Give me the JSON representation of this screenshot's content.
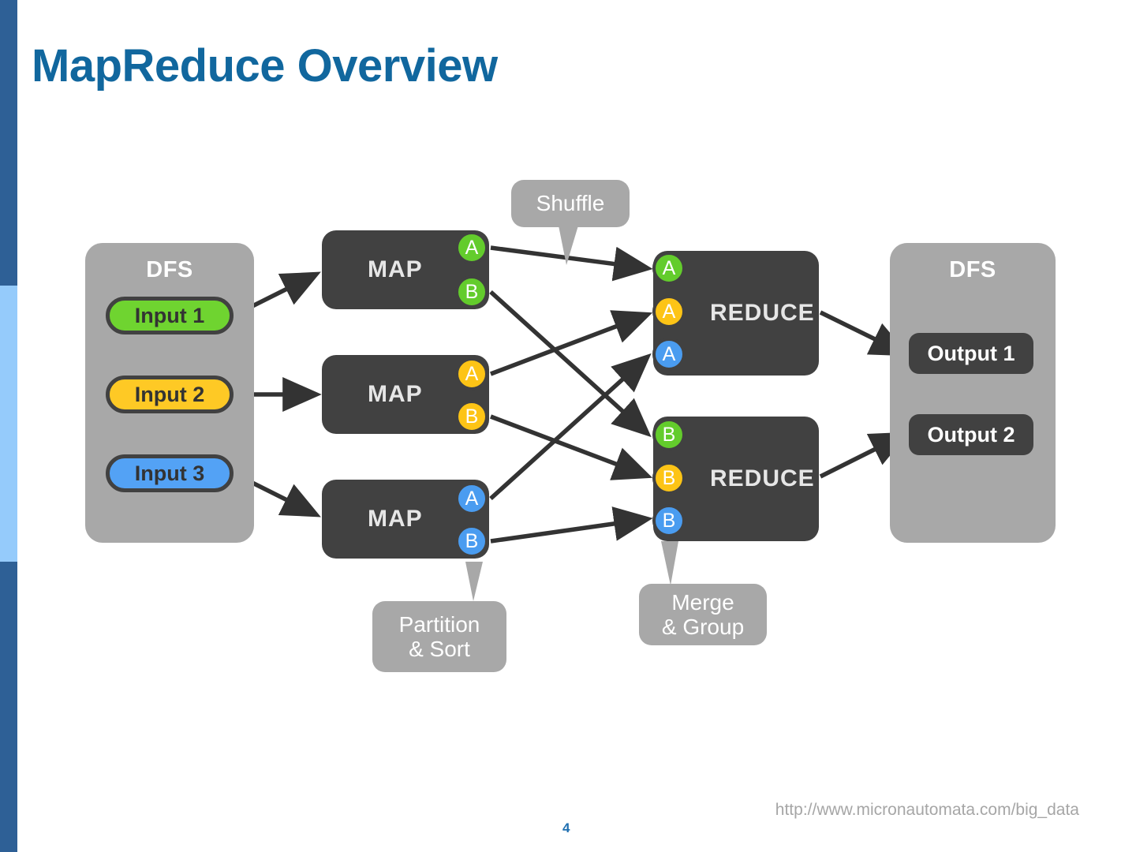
{
  "slide": {
    "title": "MapReduce Overview",
    "page_number": "4",
    "footer_url": "http://www.micronautomata.com/big_data",
    "title_color": "#11679e",
    "accent_bar_dark": "#2e6096",
    "accent_bar_light": "#95cbfb"
  },
  "diagram": {
    "dfs_input": {
      "label": "DFS",
      "container_color": "#a8a8a8",
      "items": [
        {
          "label": "Input 1",
          "color": "#6fd430",
          "key": "green"
        },
        {
          "label": "Input 2",
          "color": "#fec925",
          "key": "yellow"
        },
        {
          "label": "Input 3",
          "color": "#53a2f5",
          "key": "blue"
        }
      ]
    },
    "mappers": [
      {
        "label": "MAP",
        "color": "#414141",
        "outputs": [
          {
            "label": "A",
            "color": "#63cc2c"
          },
          {
            "label": "B",
            "color": "#63cc2c"
          }
        ]
      },
      {
        "label": "MAP",
        "color": "#414141",
        "outputs": [
          {
            "label": "A",
            "color": "#fdc416"
          },
          {
            "label": "B",
            "color": "#fdc416"
          }
        ]
      },
      {
        "label": "MAP",
        "color": "#414141",
        "outputs": [
          {
            "label": "A",
            "color": "#4a9cf0"
          },
          {
            "label": "B",
            "color": "#4a9cf0"
          }
        ]
      }
    ],
    "reducers": [
      {
        "label": "REDUCE",
        "color": "#414141",
        "inputs": [
          {
            "label": "A",
            "color": "#63cc2c"
          },
          {
            "label": "A",
            "color": "#fdc416"
          },
          {
            "label": "A",
            "color": "#4a9cf0"
          }
        ]
      },
      {
        "label": "REDUCE",
        "color": "#414141",
        "inputs": [
          {
            "label": "B",
            "color": "#63cc2c"
          },
          {
            "label": "B",
            "color": "#fdc416"
          },
          {
            "label": "B",
            "color": "#4a9cf0"
          }
        ]
      }
    ],
    "dfs_output": {
      "label": "DFS",
      "container_color": "#a8a8a8",
      "items": [
        {
          "label": "Output 1",
          "color": "#414141"
        },
        {
          "label": "Output 2",
          "color": "#414141"
        }
      ]
    },
    "callouts": [
      {
        "name": "shuffle",
        "line1": "Shuffle",
        "line2": ""
      },
      {
        "name": "partition-sort",
        "line1": "Partition",
        "line2": "& Sort"
      },
      {
        "name": "merge-group",
        "line1": "Merge",
        "line2": "& Group"
      }
    ],
    "arrow_color": "#333333"
  }
}
